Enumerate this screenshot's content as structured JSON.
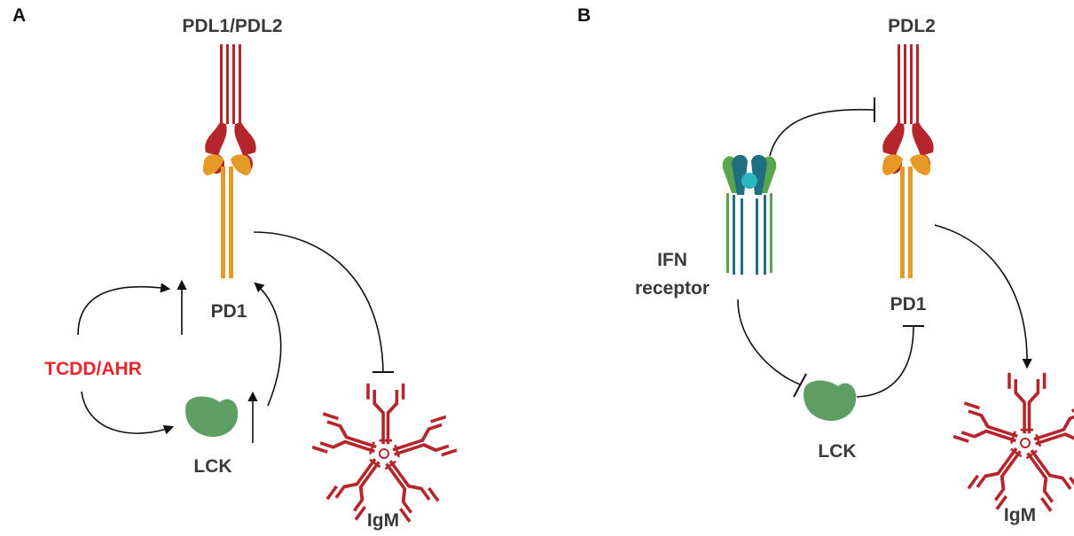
{
  "panel_a": {
    "letter": "A",
    "ligand_label": "PDL1/PDL2",
    "receptor_label": "PD1",
    "inducer_label": "TCDD/AHR",
    "kinase_label": "LCK",
    "antibody_label": "IgM"
  },
  "panel_b": {
    "letter": "B",
    "ligand_label": "PDL2",
    "receptor_label": "PD1",
    "ifn_label_line1": "IFN",
    "ifn_label_line2": "receptor",
    "kinase_label": "LCK",
    "antibody_label": "IgM"
  },
  "colors": {
    "ligand": "#b5262c",
    "receptor": "#e49a25",
    "kinase": "#5e9e63",
    "antibody": "#b5262c",
    "inducer_text": "#e8262b",
    "ifn_dark": "#1f6f83",
    "ifn_green": "#5aa44d",
    "ifn_center": "#2bb3c0"
  }
}
